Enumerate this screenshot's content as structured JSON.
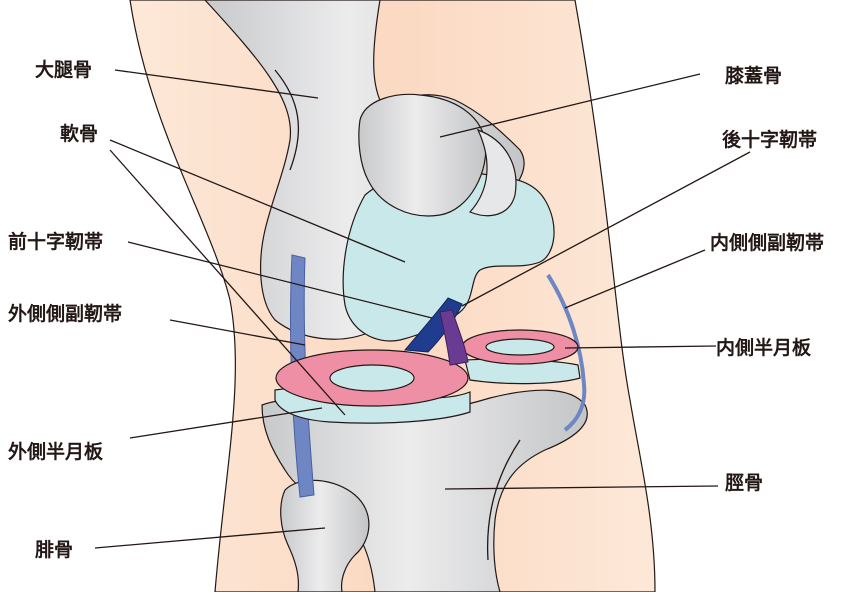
{
  "labels": {
    "femur": "大腿骨",
    "cartilage": "軟骨",
    "acl": "前十字靭帯",
    "lcl": "外側側副靭帯",
    "lateral_meniscus": "外側半月板",
    "fibula": "腓骨",
    "patella": "膝蓋骨",
    "pcl": "後十字靭帯",
    "mcl": "内側側副靭帯",
    "medial_meniscus": "内側半月板",
    "tibia": "脛骨"
  },
  "colors": {
    "skin": "#fbe3d2",
    "bone": "#d9dadb",
    "cartilage": "#c9e8ea",
    "meniscus": "#ef8fa6",
    "collateral_ligament": "#6f86c4",
    "acl": "#1f3c8f",
    "pcl": "#6a3b92",
    "line": "#231815"
  }
}
